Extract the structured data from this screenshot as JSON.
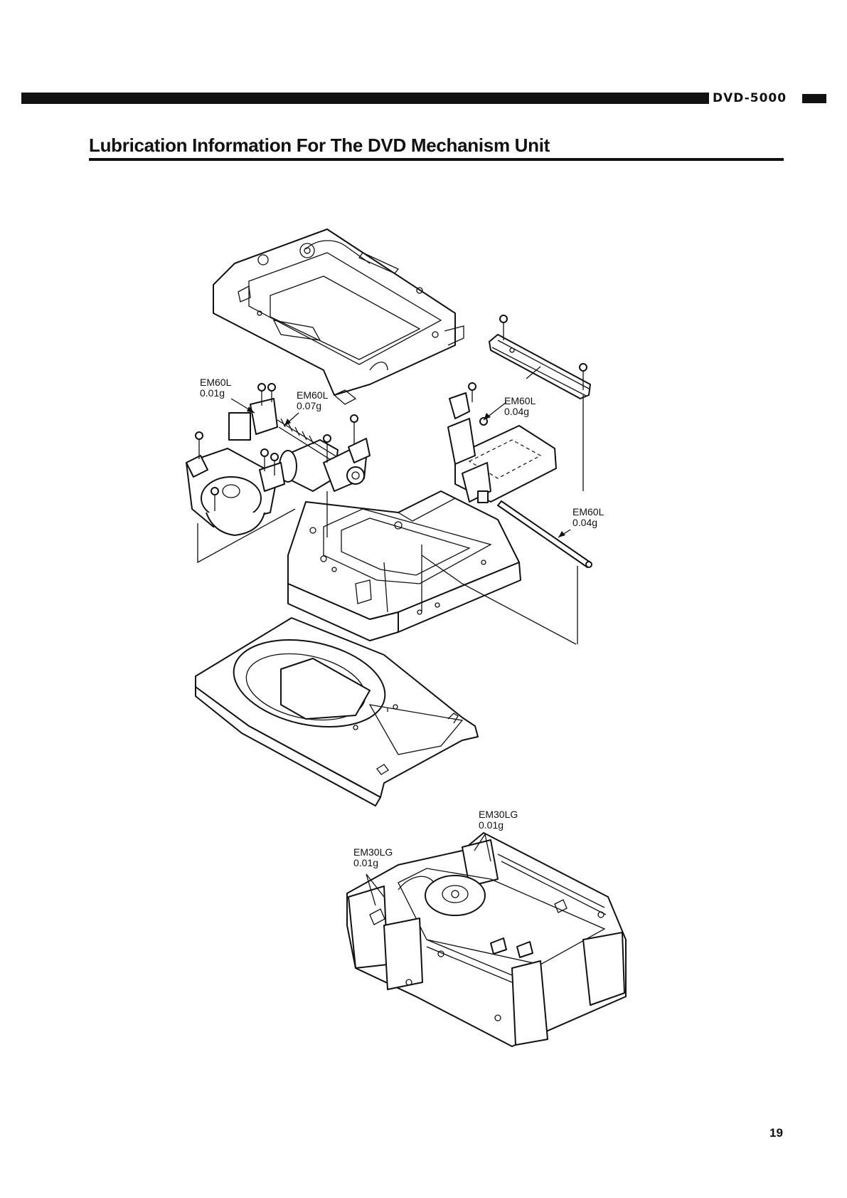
{
  "header": {
    "model": "DVD-5000"
  },
  "title": "Lubrication Information For The DVD Mechanism Unit",
  "labels": {
    "motor_grease": {
      "type": "EM60L",
      "amount": "0.01g"
    },
    "screw_grease": {
      "type": "EM60L",
      "amount": "0.07g"
    },
    "rail_grease": {
      "type": "EM60L",
      "amount": "0.04g"
    },
    "shaft_grease": {
      "type": "EM60L",
      "amount": "0.04g"
    },
    "loader_left_grease": {
      "type": "EM30LG",
      "amount": "0.01g"
    },
    "loader_right_grease": {
      "type": "EM30LG",
      "amount": "0.01g"
    }
  },
  "page_number": "19"
}
